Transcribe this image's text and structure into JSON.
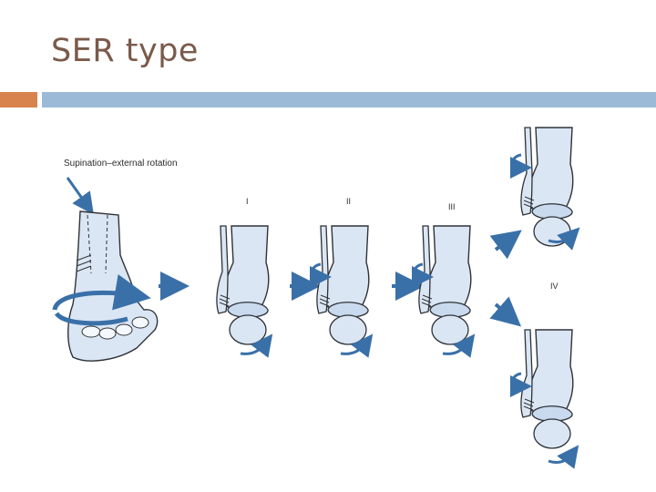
{
  "slide": {
    "title": "SER type"
  },
  "diagram": {
    "caption": "Supination–external rotation",
    "stages": [
      {
        "numeral": "I"
      },
      {
        "numeral": "II"
      },
      {
        "numeral": "III"
      },
      {
        "numeral": "IV"
      }
    ],
    "colors": {
      "bone_fill": "#dbe6f4",
      "outline": "#2f3338",
      "arrow": "#3a70a8",
      "title": "#7a5a4a",
      "accent_orange": "#d8834e",
      "accent_blue": "#9bbad8"
    }
  }
}
